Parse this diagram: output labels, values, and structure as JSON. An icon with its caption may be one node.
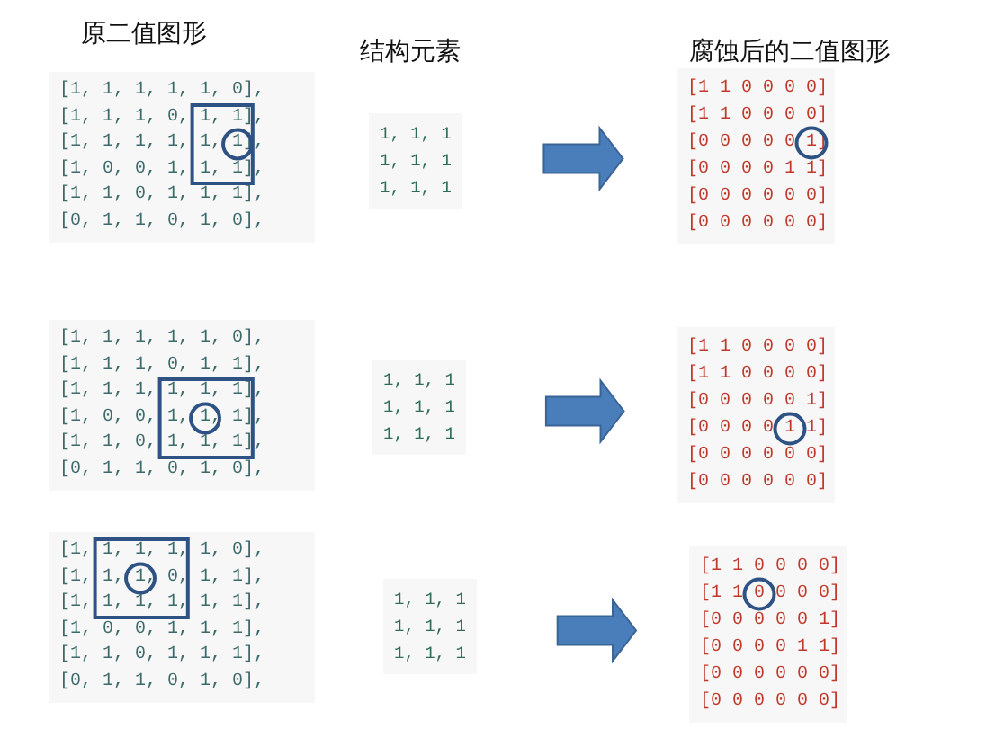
{
  "diagram": {
    "nodes": [
      {
        "text": [
          "[1, 1, 1, 1, 1, 0],",
          "[1, 1, 1, 0, 1, 1],",
          "[1, 1, 1, 1, 1, 1],",
          "[1, 0, 0, 1, 1, 1],",
          "[1, 1, 0, 1, 1, 1],",
          "[0, 1, 1, 0, 1, 0],"
        ]
      },
      {
        "text": [
          "1, 1, 1",
          "1, 1, 1",
          "1, 1, 1"
        ]
      },
      {
        "text": [
          "[1 1 0 0 0 0]",
          "[1 1 0 0 0 0]",
          "[0 0 0 0 0 1]",
          "[0 0 0 0 1 1]",
          "[0 0 0 0 0 0]",
          "[0 0 0 0 0 0]"
        ]
      },
      {
        "text": [
          "[1, 1, 1, 1, 1, 0],",
          "[1, 1, 1, 0, 1, 1],",
          "[1, 1, 1, 1, 1, 1],",
          "[1, 0, 0, 1, 1, 1],",
          "[1, 1, 0, 1, 1, 1],",
          "[0, 1, 1, 0, 1, 0],"
        ]
      },
      {
        "text": [
          "1, 1, 1",
          "1, 1, 1",
          "1, 1, 1"
        ]
      },
      {
        "text": [
          "[1 1 0 0 0 0]",
          "[1 1 0 0 0 0]",
          "[0 0 0 0 0 1]",
          "[0 0 0 0 1 1]",
          "[0 0 0 0 0 0]",
          "[0 0 0 0 0 0]"
        ]
      },
      {
        "text": [
          "[1, 1, 1, 1, 1, 0],",
          "[1, 1, 1, 0, 1, 1],",
          "[1, 1, 1, 1, 1, 1],",
          "[1, 0, 0, 1, 1, 1],",
          "[1, 1, 0, 1, 1, 1],",
          "[0, 1, 1, 0, 1, 0],"
        ]
      },
      {
        "text": [
          "1, 1, 1",
          "1, 1, 1",
          "1, 1, 1"
        ]
      },
      {
        "text": [
          "[1 1 0 0 0 0]",
          "[1 1 0 0 0 0]",
          "[0 0 0 0 0 1]",
          "[0 0 0 0 1 1]",
          "[0 0 0 0 0 0]",
          "[0 0 0 0 0 0]"
        ]
      }
    ],
    "edges": [
      {
        "from": 1,
        "to": 2,
        "arrow": "to"
      },
      {
        "from": 4,
        "to": 5,
        "arrow": "to"
      },
      {
        "from": 7,
        "to": 8,
        "arrow": "to"
      }
    ],
    "labels": [
      "原二值图形",
      "结构元素",
      "腐蚀后的二值图形"
    ]
  }
}
